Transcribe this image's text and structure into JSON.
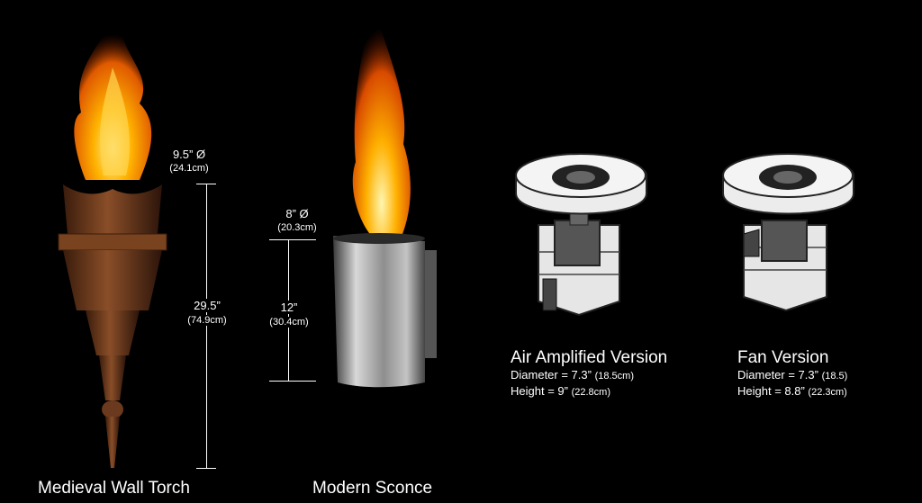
{
  "torch": {
    "caption": "Medieval Wall Torch",
    "diameter": "9.5” Ø",
    "diameter_cm": "(24.1cm)",
    "height": "29.5”",
    "height_cm": "(74.9cm)"
  },
  "sconce": {
    "caption": "Modern Sconce",
    "diameter": "8” Ø",
    "diameter_cm": "(20.3cm)",
    "height": "12”",
    "height_cm": "(30.4cm)"
  },
  "air": {
    "title": "Air Amplified Version",
    "diameter_label": "Diameter = 7.3”",
    "diameter_cm": "(18.5cm)",
    "height_label": "Height = 9”",
    "height_cm": "(22.8cm)"
  },
  "fan": {
    "title": "Fan Version",
    "diameter_label": "Diameter = 7.3”",
    "diameter_cm": "(18.5)",
    "height_label": "Height = 8.8”",
    "height_cm": "(22.3cm)"
  },
  "colors": {
    "background": "#000000",
    "text": "#ffffff",
    "flame": "#ff8a00",
    "torch_bronze": "#6b3a1e",
    "steel": "#b9b9b9"
  }
}
